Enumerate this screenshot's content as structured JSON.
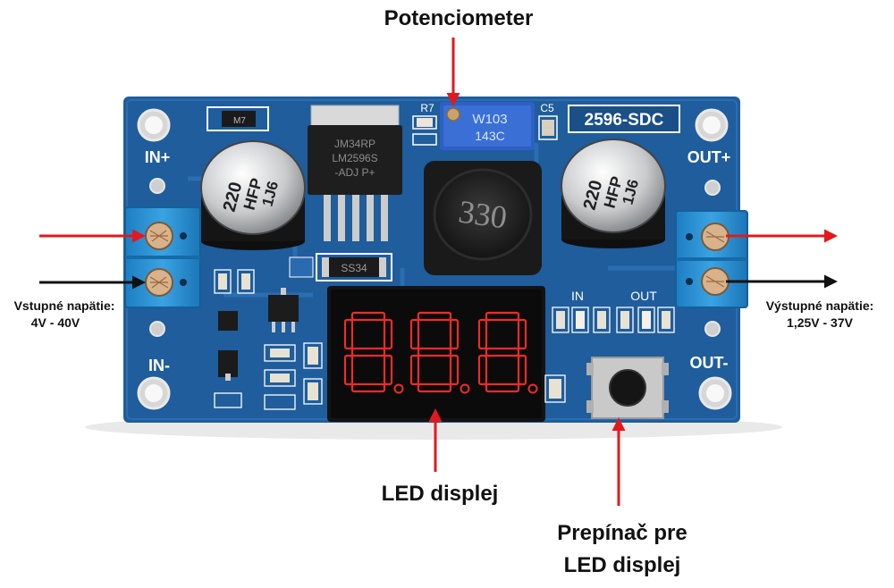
{
  "labels": {
    "potentiometer": "Potenciometer",
    "led_display": "LED displej",
    "switch_line1": "Prepínač pre",
    "switch_line2": "LED displej",
    "input_line1": "Vstupné napätie:",
    "input_line2": "4V - 40V",
    "output_line1": "Výstupné napätie:",
    "output_line2": "1,25V - 37V"
  },
  "board": {
    "in_plus": "IN+",
    "in_minus": "IN-",
    "out_plus": "OUT+",
    "out_minus": "OUT-",
    "model_label": "2596-SDC",
    "ic_line1": "JM34RP",
    "ic_line2": "LM2596S",
    "ic_line3": "-ADJ P+",
    "inductor_value": "330",
    "pot_line1": "W103",
    "pot_line2": "143C",
    "cap_in_line1": "220",
    "cap_in_line2": "HFP",
    "cap_in_line3": "1J6",
    "cap_out_line1": "220",
    "cap_out_line2": "HFP",
    "cap_out_line3": "1J6",
    "diode_label": "SS34",
    "m7_label": "M7",
    "r7_label": "R7",
    "c5_label": "C5",
    "in_led_label": "IN",
    "out_led_label": "OUT"
  },
  "colors": {
    "pcb": "#1f5d9c",
    "pcb_dark": "#164a80",
    "terminal": "#2b8fd0",
    "arrow_red": "#e2191c",
    "arrow_black": "#111111",
    "display_red": "#f02a2a"
  }
}
